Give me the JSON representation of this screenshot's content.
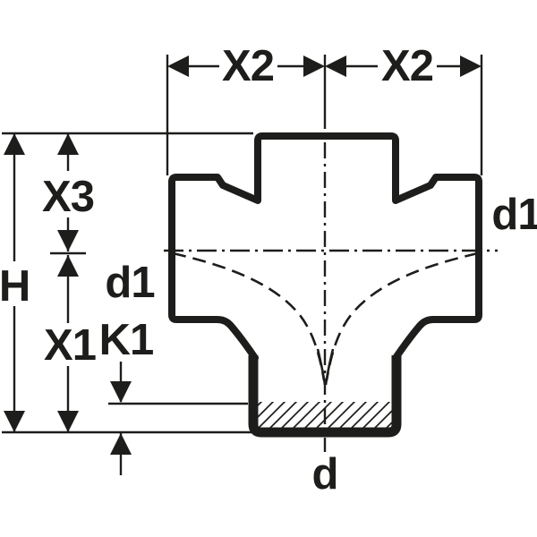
{
  "drawing": {
    "kind": "pipe-fitting cross-section dimension drawing",
    "background": "#ffffff",
    "line_color": "#1d1d1b",
    "labels": {
      "x2_left": "X2",
      "x2_right": "X2",
      "x3": "X3",
      "h": "H",
      "d1_left": "d1",
      "x1": "X1",
      "k1": "K1",
      "d1_right": "d1",
      "d": "d"
    }
  }
}
